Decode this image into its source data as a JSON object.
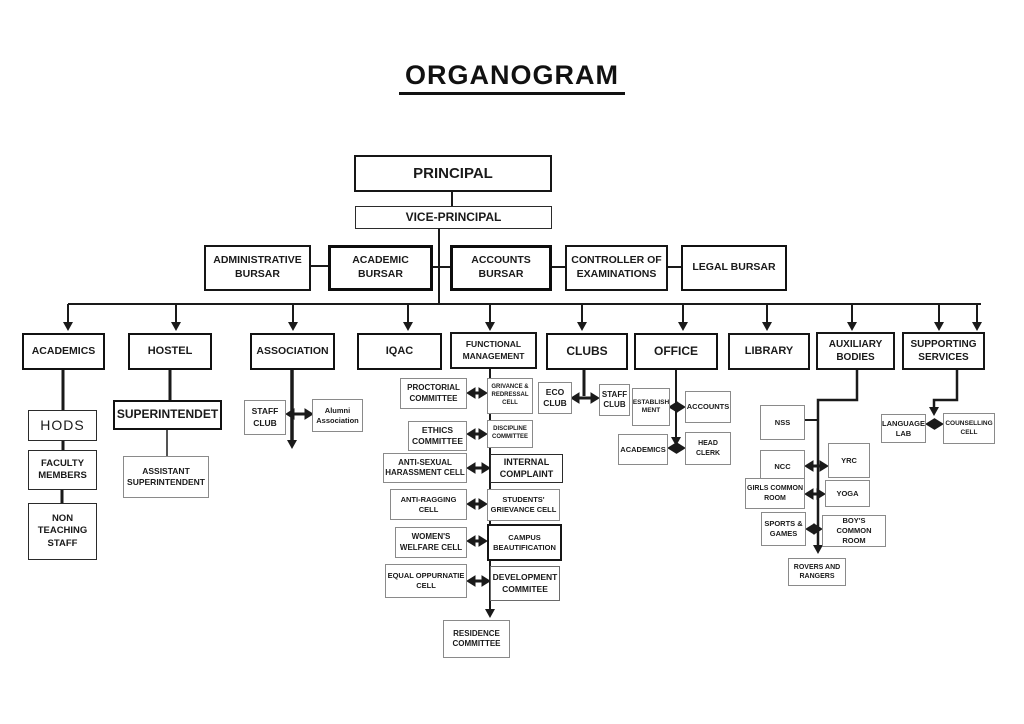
{
  "title": "ORGANOGRAM",
  "colors": {
    "line": "#1a1a1a",
    "background": "#ffffff"
  },
  "org": {
    "principal": "PRINCIPAL",
    "vice_principal": "VICE-PRINCIPAL",
    "bursars": {
      "administrative": "ADMINISTRATIVE\nBURSAR",
      "academic": "ACADEMIC\nBURSAR",
      "accounts": "ACCOUNTS\nBURSAR",
      "controller_of_examinations": "CONTROLLER  OF\nEXAMINATIONS",
      "legal": "LEGAL BURSAR"
    },
    "departments": {
      "academics": {
        "label": "ACADEMICS",
        "children": {
          "hods": "HODS",
          "faculty_members": "FACULTY\nMEMBERS",
          "non_teaching_staff": "NON\nTEACHING\nSTAFF"
        }
      },
      "hostel": {
        "label": "HOSTEL",
        "children": {
          "superintendet": "SUPERINTENDET",
          "assistant_superintendent": "ASSISTANT\nSUPERINTENDENT"
        }
      },
      "association": {
        "label": "ASSOCIATION",
        "children": {
          "staff_club": "STAFF\nCLUB",
          "alumni_association": "Alumni\nAssociation"
        }
      },
      "iqac": {
        "label": "IQAC"
      },
      "functional_management": {
        "label": "FUNCTIONAL\nMANAGEMENT",
        "children": {
          "proctorial_committee": "PROCTORIAL\nCOMMITTEE",
          "grievance_redressal_cell": "GRIVANCE &\nREDRESSAL\nCELL",
          "ethics_committee": "ETHICS\nCOMMITTEE",
          "discipline_committee": "DISCIPLINE\nCOMMITTEE",
          "anti_sexual_harassment_cell": "ANTI-SEXUAL\nHARASSMENT CELL",
          "internal_complaint": "INTERNAL\nCOMPLAINT",
          "anti_ragging_cell": "ANTI-RAGGING CELL",
          "students_grievance_cell": "STUDENTS'\nGRIEVANCE CELL",
          "womens_welfare_cell": "WOMEN'S\nWELFARE CELL",
          "campus_beautification": "CAMPUS\nBEAUTIFICATION",
          "equal_oppurnatie_cell": "EQUAL OPPURNATIE\nCELL",
          "development_committee": "DEVELOPMENT\nCOMMITEE",
          "residence_committee": "RESIDENCE\nCOMMITTEE"
        }
      },
      "clubs": {
        "label": "CLUBS",
        "children": {
          "eco_club": "ECO\nCLUB",
          "staff_club": "STAFF\nCLUB"
        }
      },
      "office": {
        "label": "OFFICE",
        "children": {
          "establishment": "ESTABLISH\nMENT",
          "accounts": "ACCOUNTS",
          "academics": "ACADEMICS",
          "head_clerk": "HEAD CLERK"
        }
      },
      "library": {
        "label": "LIBRARY"
      },
      "auxiliary_bodies": {
        "label": "AUXILIARY\nBODIES",
        "children": {
          "nss": "NSS",
          "ncc": "NCC",
          "yrc": "YRC",
          "girls_common_room": "GIRLS COMMON\nROOM",
          "yoga": "YOGA",
          "sports_and_games": "SPORTS &\nGAMES",
          "boys_common_room": "BOY'S COMMON\nROOM",
          "rovers_and_rangers": "ROVERS AND\nRANGERS"
        }
      },
      "supporting_services": {
        "label": "SUPPORTING\nSERVICES",
        "children": {
          "language_lab": "LANGUAGE\nLAB",
          "counselling_cell": "COUNSELLING\nCELL"
        }
      }
    }
  }
}
